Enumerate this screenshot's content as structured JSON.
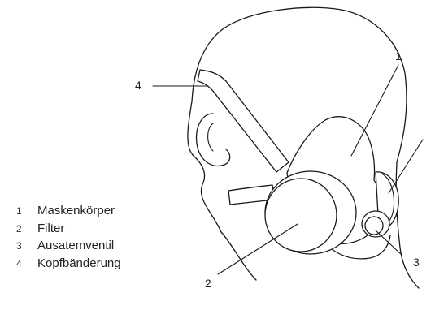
{
  "callouts": {
    "c1": "1",
    "c2": "2",
    "c3": "3",
    "c4": "4"
  },
  "legend": [
    {
      "num": "1",
      "label": "Maskenkörper"
    },
    {
      "num": "2",
      "label": "Filter"
    },
    {
      "num": "3",
      "label": "Ausatemventil"
    },
    {
      "num": "4",
      "label": "Kopfbänderung"
    }
  ]
}
